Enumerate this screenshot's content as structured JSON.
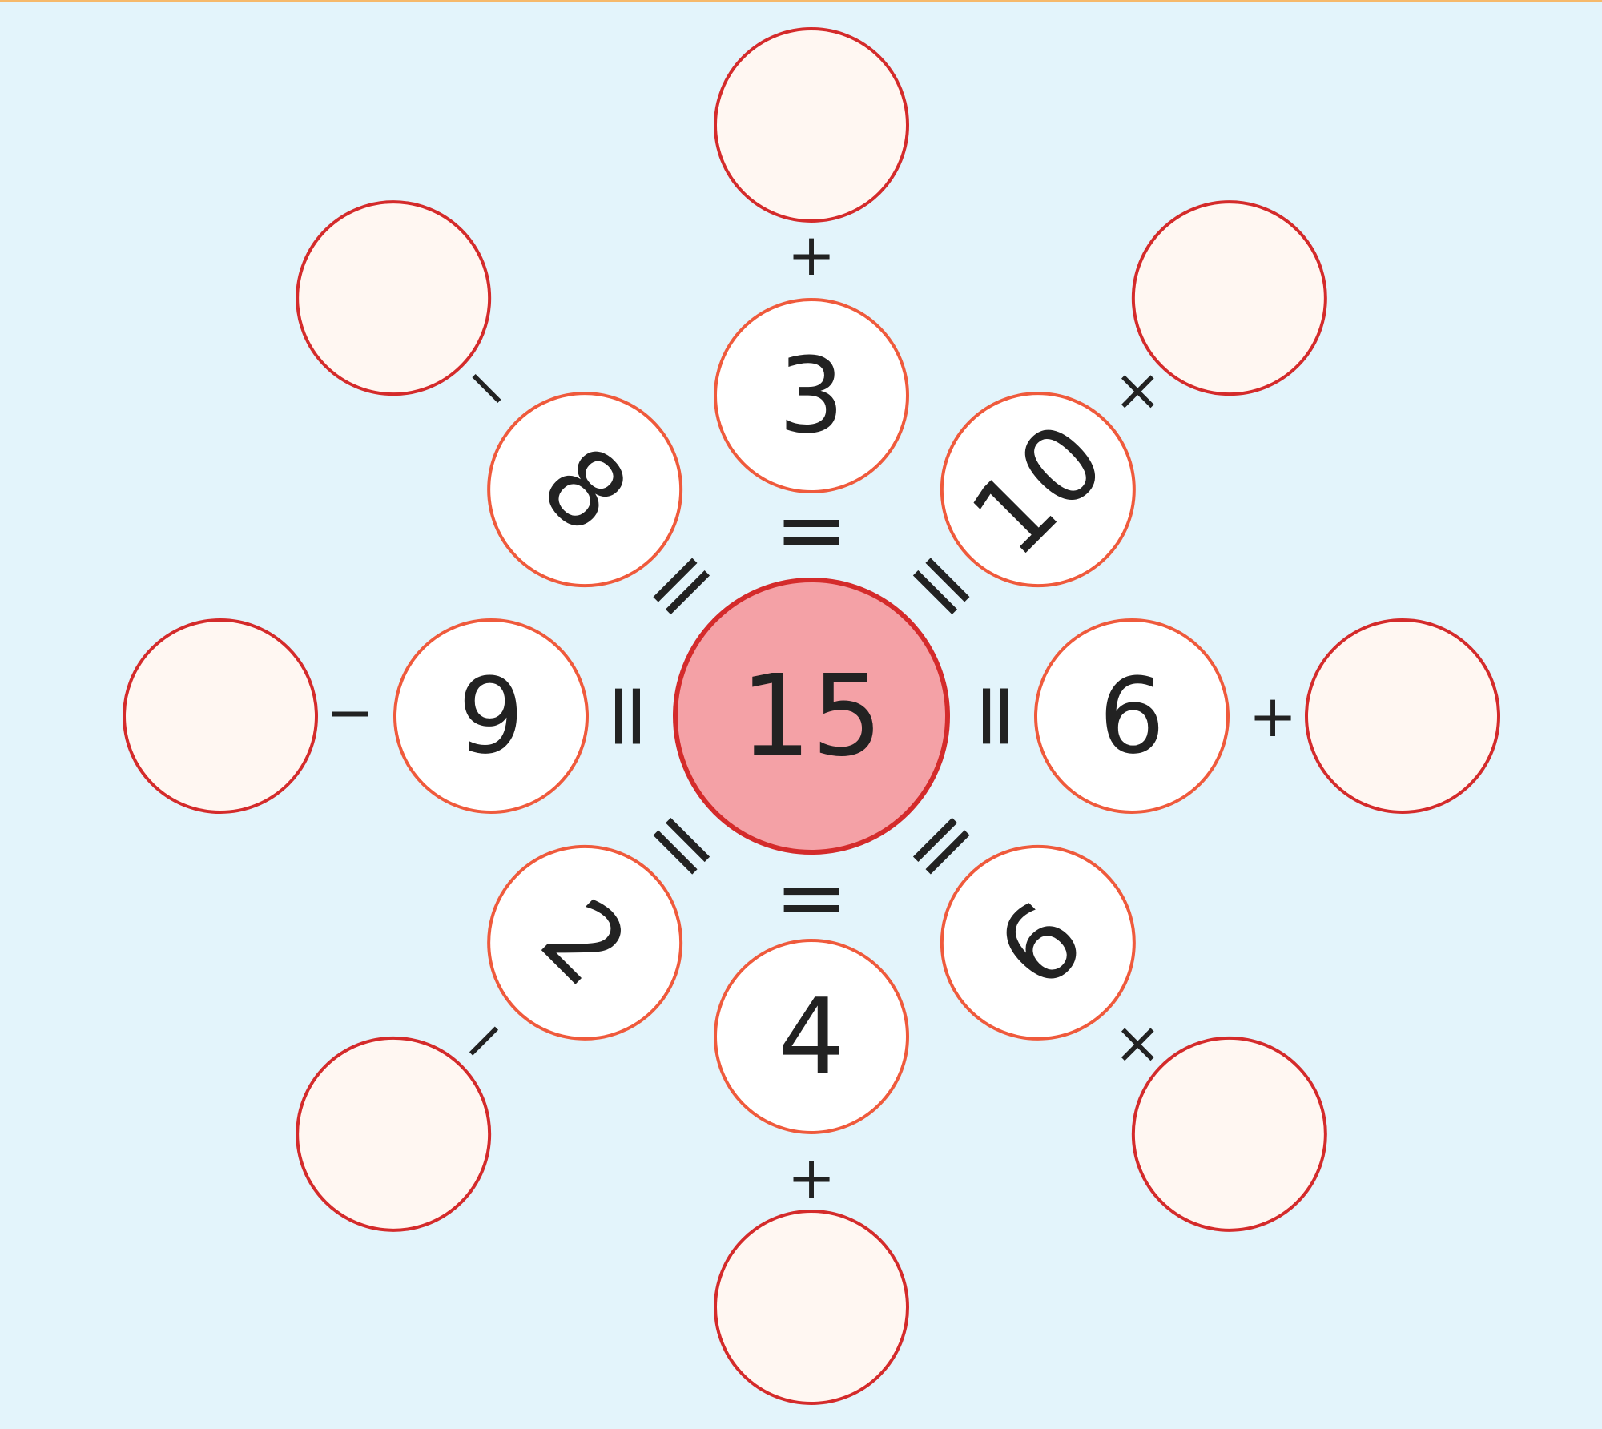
{
  "colors": {
    "background": "#e3f4fb",
    "top_rule": "#f6b96b",
    "center_fill": "#f4a1a6",
    "center_stroke": "#d42b2b",
    "inner_fill": "#ffffff",
    "inner_stroke": "#ef5a3c",
    "outer_fill": "#fff7f2",
    "outer_stroke": "#d42b2b",
    "text": "#222222"
  },
  "center": {
    "value": "15"
  },
  "spokes": [
    {
      "id": "n",
      "value": "3",
      "link": "=",
      "operator": "+"
    },
    {
      "id": "ne",
      "value": "10",
      "link": "=",
      "operator": "×"
    },
    {
      "id": "e",
      "value": "6",
      "link": "=",
      "operator": "+"
    },
    {
      "id": "se",
      "value": "9",
      "link": "=",
      "operator": "×"
    },
    {
      "id": "s",
      "value": "4",
      "link": "=",
      "operator": "+"
    },
    {
      "id": "sw",
      "value": "2",
      "link": "=",
      "operator": "−"
    },
    {
      "id": "w",
      "value": "9",
      "link": "=",
      "operator": "−"
    },
    {
      "id": "nw",
      "value": "8",
      "link": "=",
      "operator": "−"
    }
  ],
  "answers": [
    "",
    "",
    "",
    "",
    "",
    "",
    "",
    ""
  ]
}
